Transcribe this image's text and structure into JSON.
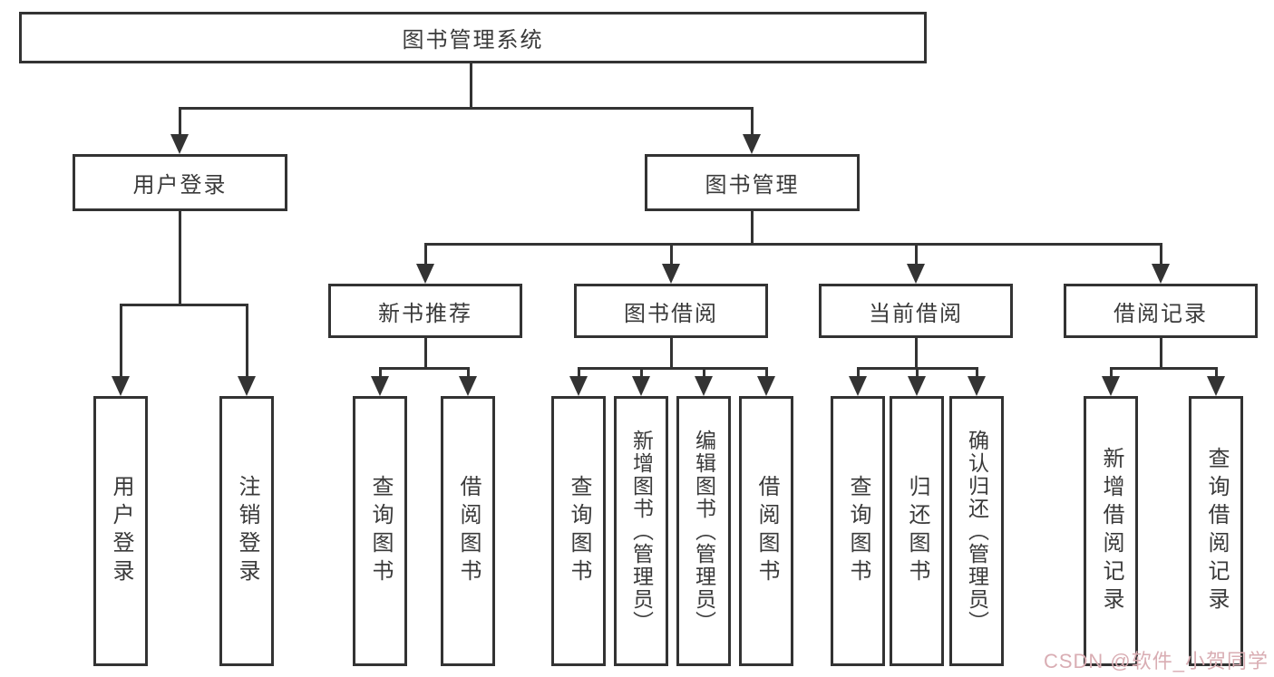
{
  "title": "图书管理系统",
  "nodes": {
    "root": "图书管理系统",
    "user_login": "用户登录",
    "book_mgmt": "图书管理",
    "new_book_rec": "新书推荐",
    "book_borrow": "图书借阅",
    "current_borrow": "当前借阅",
    "borrow_record": "借阅记录",
    "leaves": {
      "user_login_leaf": "用户登录",
      "logout": "注销登录",
      "nb_query": "查询图书",
      "nb_borrow": "借阅图书",
      "bb_query": "查询图书",
      "bb_add": "新增图书（管理员）",
      "bb_edit": "编辑图书（管理员）",
      "bb_borrow": "借阅图书",
      "cb_query": "查询图书",
      "cb_return": "归还图书",
      "cb_confirm": "确认归还（管理员）",
      "br_add": "新增借阅记录",
      "br_query": "查询借阅记录"
    }
  },
  "watermark": {
    "text": "CSDN @软件_小贺同学",
    "color": "#d9adb3"
  },
  "colors": {
    "line": "#333333",
    "box_border": "#333333",
    "text": "#3a3a3a",
    "background": "#ffffff"
  }
}
